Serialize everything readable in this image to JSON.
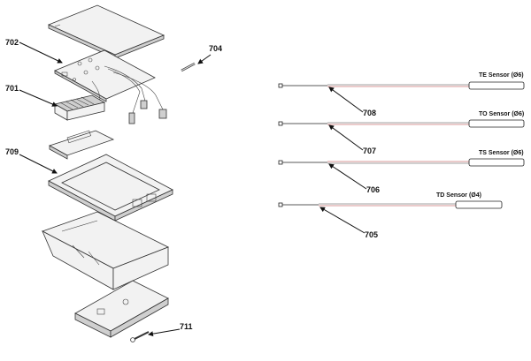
{
  "diagram": {
    "callouts": {
      "c702": "702",
      "c704": "704",
      "c701": "701",
      "c709": "709",
      "c711": "711",
      "c708": "708",
      "c707": "707",
      "c706": "706",
      "c705": "705"
    },
    "sensors": {
      "te": "TE Sensor (Ø6)",
      "to": "TO Sensor (Ø6)",
      "ts": "TS Sensor (Ø6)",
      "td": "TD Sensor (Ø4)"
    },
    "colors": {
      "outline": "#333333",
      "wire_red": "#b03030",
      "wire_dark": "#222222"
    }
  }
}
